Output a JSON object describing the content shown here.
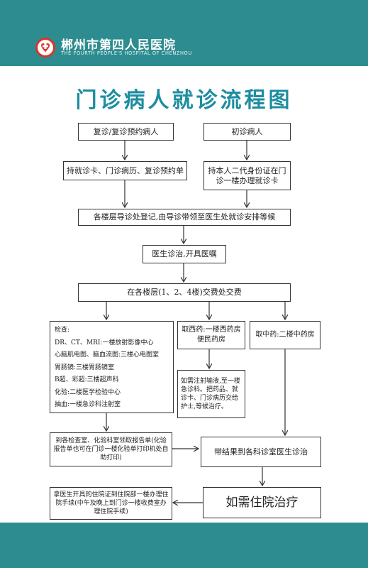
{
  "header": {
    "hospital_name_cn": "郴州市第四人民医院",
    "hospital_name_en": "THE FOURTH PEOPLE'S HOSPITAL OF CHENZHOU",
    "band_color": "#2d8c8f",
    "logo_icon": "hospital-logo-icon"
  },
  "title": "门诊病人就诊流程图",
  "boxes": {
    "return_patient": "复诊/复诊预约病人",
    "first_patient": "初诊病人",
    "return_docs": "持就诊卡、门诊病历、复诊预约单",
    "first_docs": "持本人二代身份证在门诊一楼办理就诊卡",
    "register": "各楼层导诊处登记,由导诊带领至医生处就诊安排等候",
    "diagnosis": "医生诊治,开具医嘱",
    "payment": "在各楼层(1、2、4楼)交费处交费",
    "western_med": "取西药:一楼西药房便民药房",
    "chinese_med": "取中药:二楼中药房",
    "infusion": "如需注射输液,至一楼急诊科。把药品、就诊卡、门诊病历交给护士,等候治疗。",
    "report": "到各检查室、化验科室领取报告单(化验报告单也可在门诊一楼化验单打印机处自助打印)",
    "results_return": "带结果到各科诊室医生诊治",
    "hospitalization_procedure": "拿医生开具的住院证到住院部一楼办理住院手续(中午及晚上到门诊一楼收费室办理住院手续)",
    "hospitalization": "如需住院治疗"
  },
  "checks": {
    "heading": "检查:",
    "items": [
      "DR、CT、MRI:一楼放射影像中心",
      "心脑肌电图、脑血流图:三楼心电图室",
      "胃肠镜:三楼胃肠镜室",
      "B超、彩超:三楼超声科",
      "化验:二楼医学检验中心",
      "抽血:一楼急诊科注射室"
    ]
  },
  "colors": {
    "accent": "#1d8da0",
    "line": "#333333"
  }
}
